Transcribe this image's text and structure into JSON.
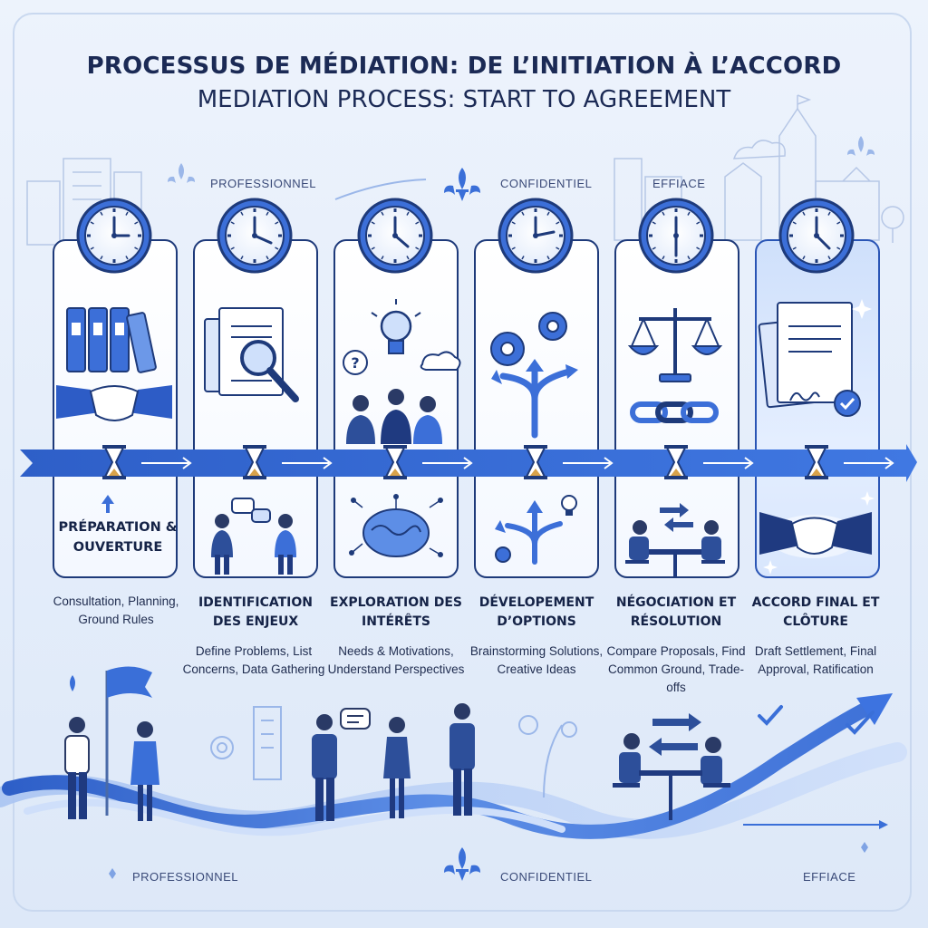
{
  "title_fr": "PROCESSUS DE MÉDIATION: DE L’INITIATION À L’ACCORD",
  "title_en": "MEDIATION PROCESS: START TO AGREEMENT",
  "top_tags": [
    "PROFESSIONNEL",
    "CONFIDENTIEL",
    "EFFIACE"
  ],
  "bottom_tags": [
    "PROFESSIONNEL",
    "CONFIDENTIEL",
    "EFFIACE"
  ],
  "steps": [
    {
      "title": "PRÉPARATION & OUVERTURE",
      "description": "Consultation, Planning, Ground Rules"
    },
    {
      "title": "IDENTIFICATION DES ENJEUX",
      "description": "Define Problems, List Concerns, Data Gathering"
    },
    {
      "title": "EXPLORATION DES INTÉRÊTS",
      "description": "Needs & Motivations, Understand Perspectives"
    },
    {
      "title": "DÉVELOPEMENT D’OPTIONS",
      "description": "Brainstorming Solutions, Creative Ideas"
    },
    {
      "title": "NÉGOCIATION ET RÉSOLUTION",
      "description": "Compare Proposals, Find Common Ground, Trade-offs"
    },
    {
      "title": "ACCORD FINAL ET CLÔTURE",
      "description": "Draft Settlement, Final Approval, Ratification"
    }
  ],
  "colors": {
    "navy": "#1b2a55",
    "accent": "#3569d6",
    "light_blue": "#8fb3ef",
    "background": "#e6eefa"
  }
}
